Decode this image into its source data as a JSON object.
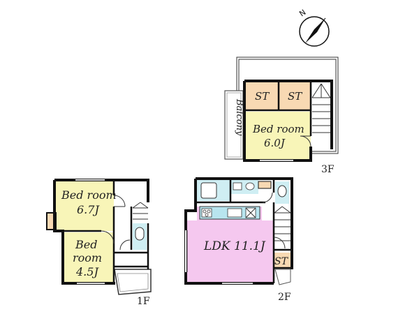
{
  "rooms": {
    "f3_st1": "ST",
    "f3_st2": "ST",
    "f3_bedroom_name": "Bed room",
    "f3_bedroom_size": "6.0J",
    "balcony": "Balcony",
    "f1_bedroom1_name": "Bed room",
    "f1_bedroom1_size": "6.7J",
    "f1_bedroom2_name_a": "Bed",
    "f1_bedroom2_name_b": "room",
    "f1_bedroom2_size": "4.5J",
    "ldk": "LDK 11.1J",
    "f2_st": "ST"
  },
  "floors": {
    "f1": "1F",
    "f2": "2F",
    "f3": "3F"
  },
  "colors": {
    "bedroom": "#f8f5b8",
    "storage": "#f8d9b3",
    "ldk": "#f5c8ef",
    "bath": "#cfeef3",
    "counter": "#b8e5ef"
  }
}
